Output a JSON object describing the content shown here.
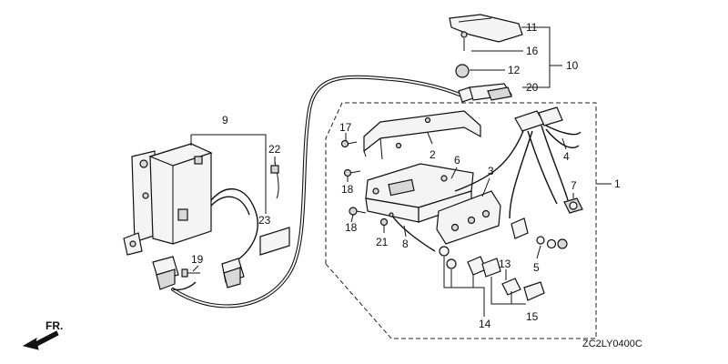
{
  "callouts": {
    "c1": "1",
    "c2": "2",
    "c3": "3",
    "c4": "4",
    "c5": "5",
    "c6": "6",
    "c7": "7",
    "c8": "8",
    "c9": "9",
    "c10": "10",
    "c11": "11",
    "c12": "12",
    "c13": "13",
    "c14": "14",
    "c15": "15",
    "c16": "16",
    "c17": "17",
    "c18a": "18",
    "c18b": "18",
    "c19": "19",
    "c20": "20",
    "c21": "21",
    "c22": "22",
    "c23": "23"
  },
  "front_label": "FR.",
  "diagram_code": "ZC2LY0400C"
}
